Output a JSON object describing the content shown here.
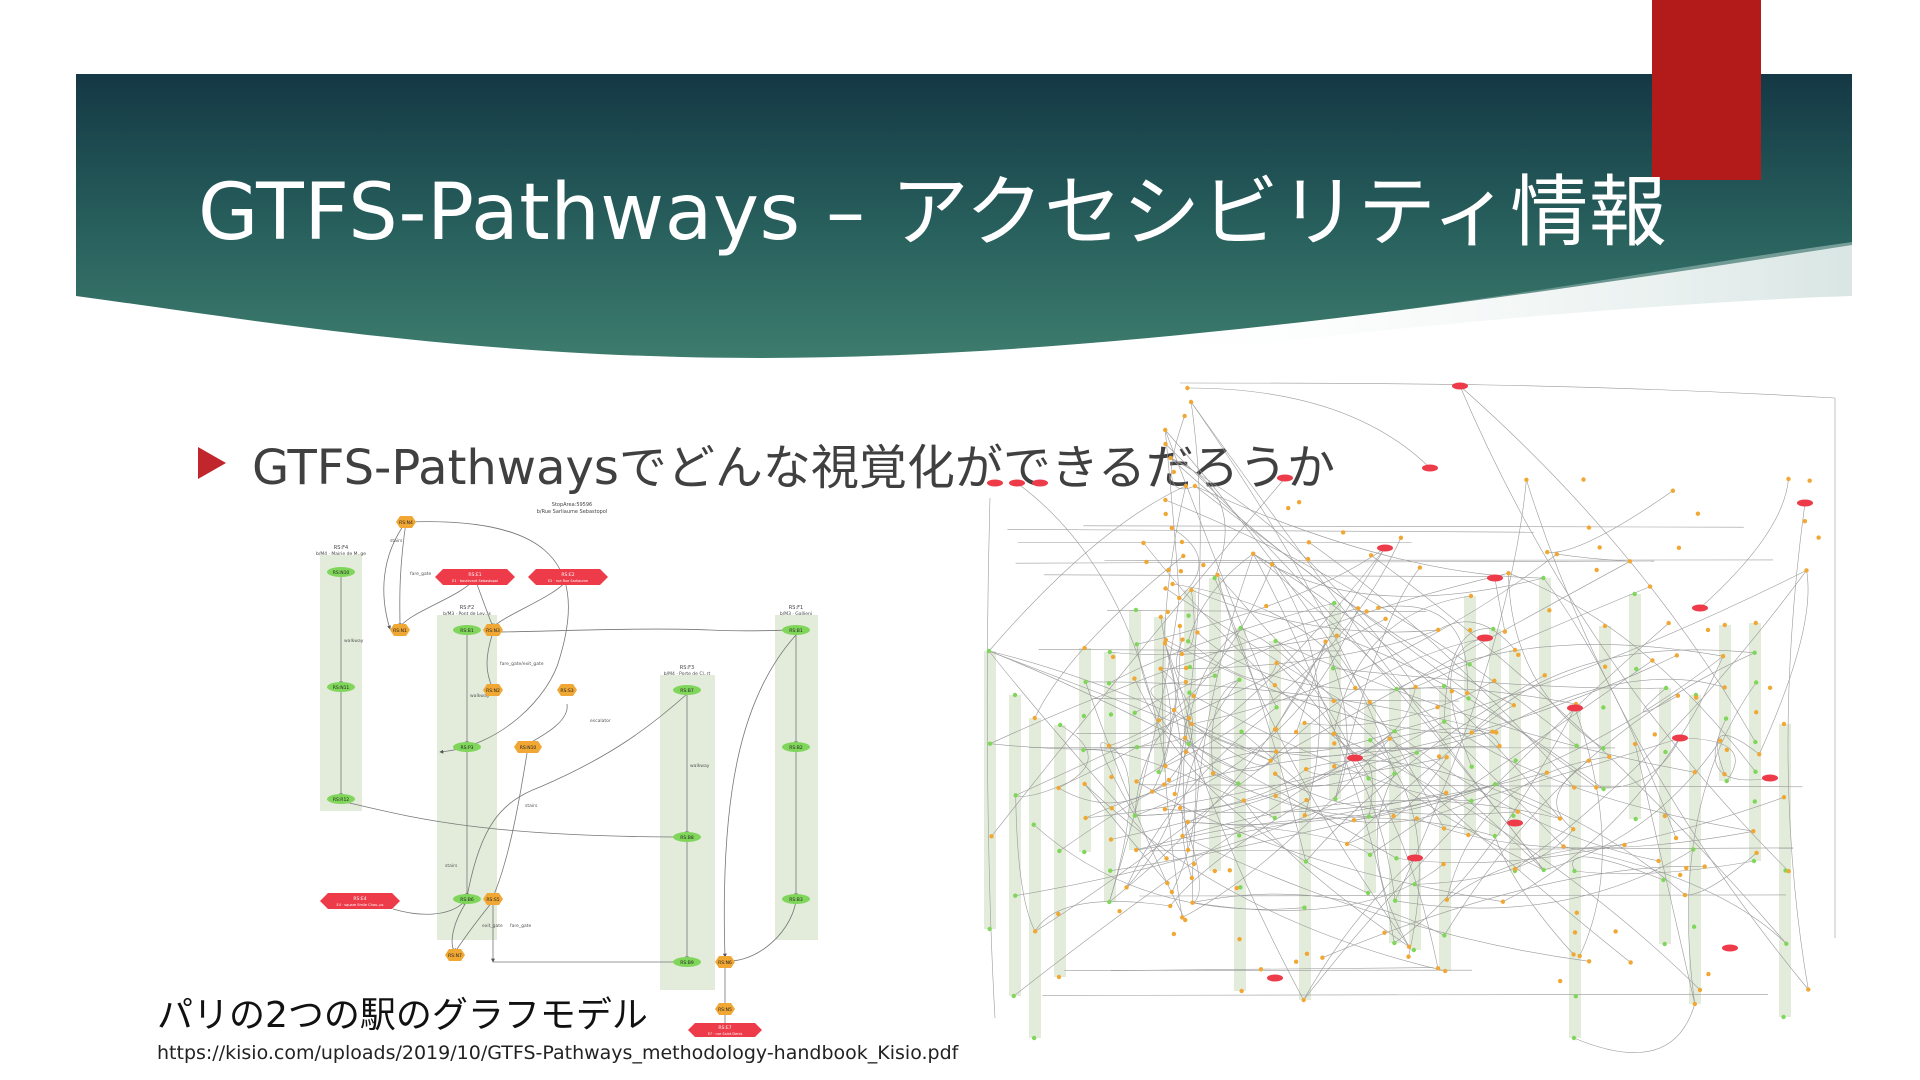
{
  "slide": {
    "title": "GTFS-Pathways – アクセシビリティ情報",
    "bullet": "GTFS-Pathwaysでどんな視覚化ができるだろうか",
    "caption": "パリの2つの駅のグラフモデル",
    "source_url": "https://kisio.com/uploads/2019/10/GTFS-Pathways_methodology-handbook_Kisio.pdf"
  },
  "colors": {
    "banner_dark": "#163d4a",
    "banner_light": "#3c7a6c",
    "accent_red": "#b31b1b",
    "bullet_arrow": "#c0262c",
    "node_green": "#7fd65a",
    "node_orange": "#f0a733",
    "node_red": "#ee3b4a",
    "lane_green": "#e3ecdb"
  },
  "icons": {
    "bullet": "play-triangle-icon"
  },
  "left_graph": {
    "header": [
      "StopArea:59596",
      "b/Rue Sarliaume Sebastopol"
    ],
    "lanes": [
      {
        "label": [
          "RS:F4",
          "b/M4 · Mairie de M..ge"
        ]
      },
      {
        "label": [
          "RS:F2",
          "b/M3 · Pont de Lev..is"
        ]
      },
      {
        "label": [
          "RS:F3",
          "b/M4 · Porte de Cl..rt"
        ]
      },
      {
        "label": [
          "RS:F1",
          "b/M3 · Gallieni"
        ]
      }
    ],
    "nodes": [
      {
        "id": "n1",
        "text": "RS:N4",
        "kind": "orange"
      },
      {
        "id": "n2",
        "text": "RS:E1",
        "kind": "red",
        "sub": "E1 · boulevard Sebastopol"
      },
      {
        "id": "n3",
        "text": "RS:E2",
        "kind": "red",
        "sub": "E2 · rue Rue Sarliaume"
      },
      {
        "id": "n4",
        "text": "RS:N10",
        "kind": "green"
      },
      {
        "id": "n5",
        "text": "RS:N1",
        "kind": "orange"
      },
      {
        "id": "n6",
        "text": "RS:B1",
        "kind": "green"
      },
      {
        "id": "n7",
        "text": "RS:N3",
        "kind": "orange"
      },
      {
        "id": "n8",
        "text": "RS:B1",
        "kind": "green"
      },
      {
        "id": "n9",
        "text": "RS:N11",
        "kind": "green"
      },
      {
        "id": "n10",
        "text": "RS:N2",
        "kind": "orange"
      },
      {
        "id": "n11",
        "text": "RS:S3",
        "kind": "orange"
      },
      {
        "id": "n12",
        "text": "RS:B7",
        "kind": "green"
      },
      {
        "id": "n13",
        "text": "RS:N10",
        "kind": "orange"
      },
      {
        "id": "n14",
        "text": "RS:P3",
        "kind": "green"
      },
      {
        "id": "n15",
        "text": "RS:B2",
        "kind": "green"
      },
      {
        "id": "n16",
        "text": "RS:R12",
        "kind": "green"
      },
      {
        "id": "n17",
        "text": "RS:B8",
        "kind": "green"
      },
      {
        "id": "n18",
        "text": "RS:E4",
        "kind": "red",
        "sub": "E4 · square Emile Chau..ps"
      },
      {
        "id": "n19",
        "text": "RS:B6",
        "kind": "green"
      },
      {
        "id": "n20",
        "text": "RS:S5",
        "kind": "orange"
      },
      {
        "id": "n21",
        "text": "RS:B3",
        "kind": "green"
      },
      {
        "id": "n22",
        "text": "RS:N7",
        "kind": "orange"
      },
      {
        "id": "n23",
        "text": "RS:B9",
        "kind": "green"
      },
      {
        "id": "n24",
        "text": "RS:N6",
        "kind": "orange"
      },
      {
        "id": "n25",
        "text": "RS:N5",
        "kind": "orange"
      },
      {
        "id": "n26",
        "text": "RS:E7",
        "kind": "red",
        "sub": "E7 · rue Saint Denis"
      }
    ],
    "edge_labels": [
      "stairs",
      "fare_gate",
      "exit_gate",
      "walkway",
      "fare_gate/exit_gate",
      "escalator",
      "walkway",
      "stairs",
      "walkway",
      "stairs",
      "exit_gate",
      "fare_gate"
    ]
  }
}
